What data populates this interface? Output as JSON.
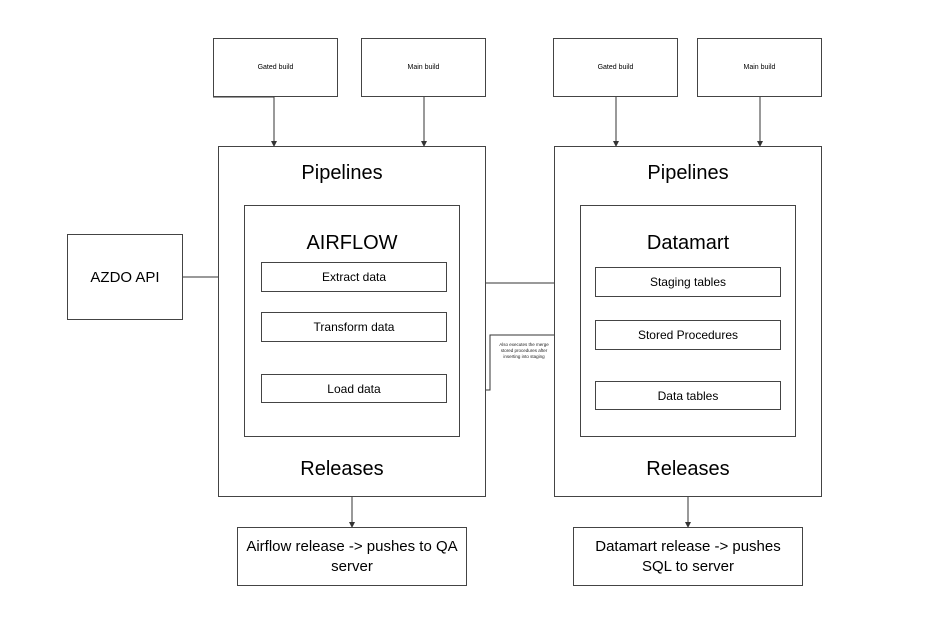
{
  "left": {
    "gated_build": "Gated build",
    "main_build": "Main build",
    "pipelines": "Pipelines",
    "inner_title": "AIRFLOW",
    "steps": [
      "Extract data",
      "Transform data",
      "Load data"
    ],
    "releases": "Releases",
    "release_box": "Airflow release -> pushes to QA server"
  },
  "right": {
    "gated_build": "Gated build",
    "main_build": "Main build",
    "pipelines": "Pipelines",
    "inner_title": "Datamart",
    "steps": [
      "Staging tables",
      "Stored Procedures",
      "Data tables"
    ],
    "releases": "Releases",
    "release_box": "Datamart release -> pushes SQL to server"
  },
  "azdo_api": "AZDO API",
  "edge_annotation": "Also executes the merge stored procedures after inserting into staging"
}
